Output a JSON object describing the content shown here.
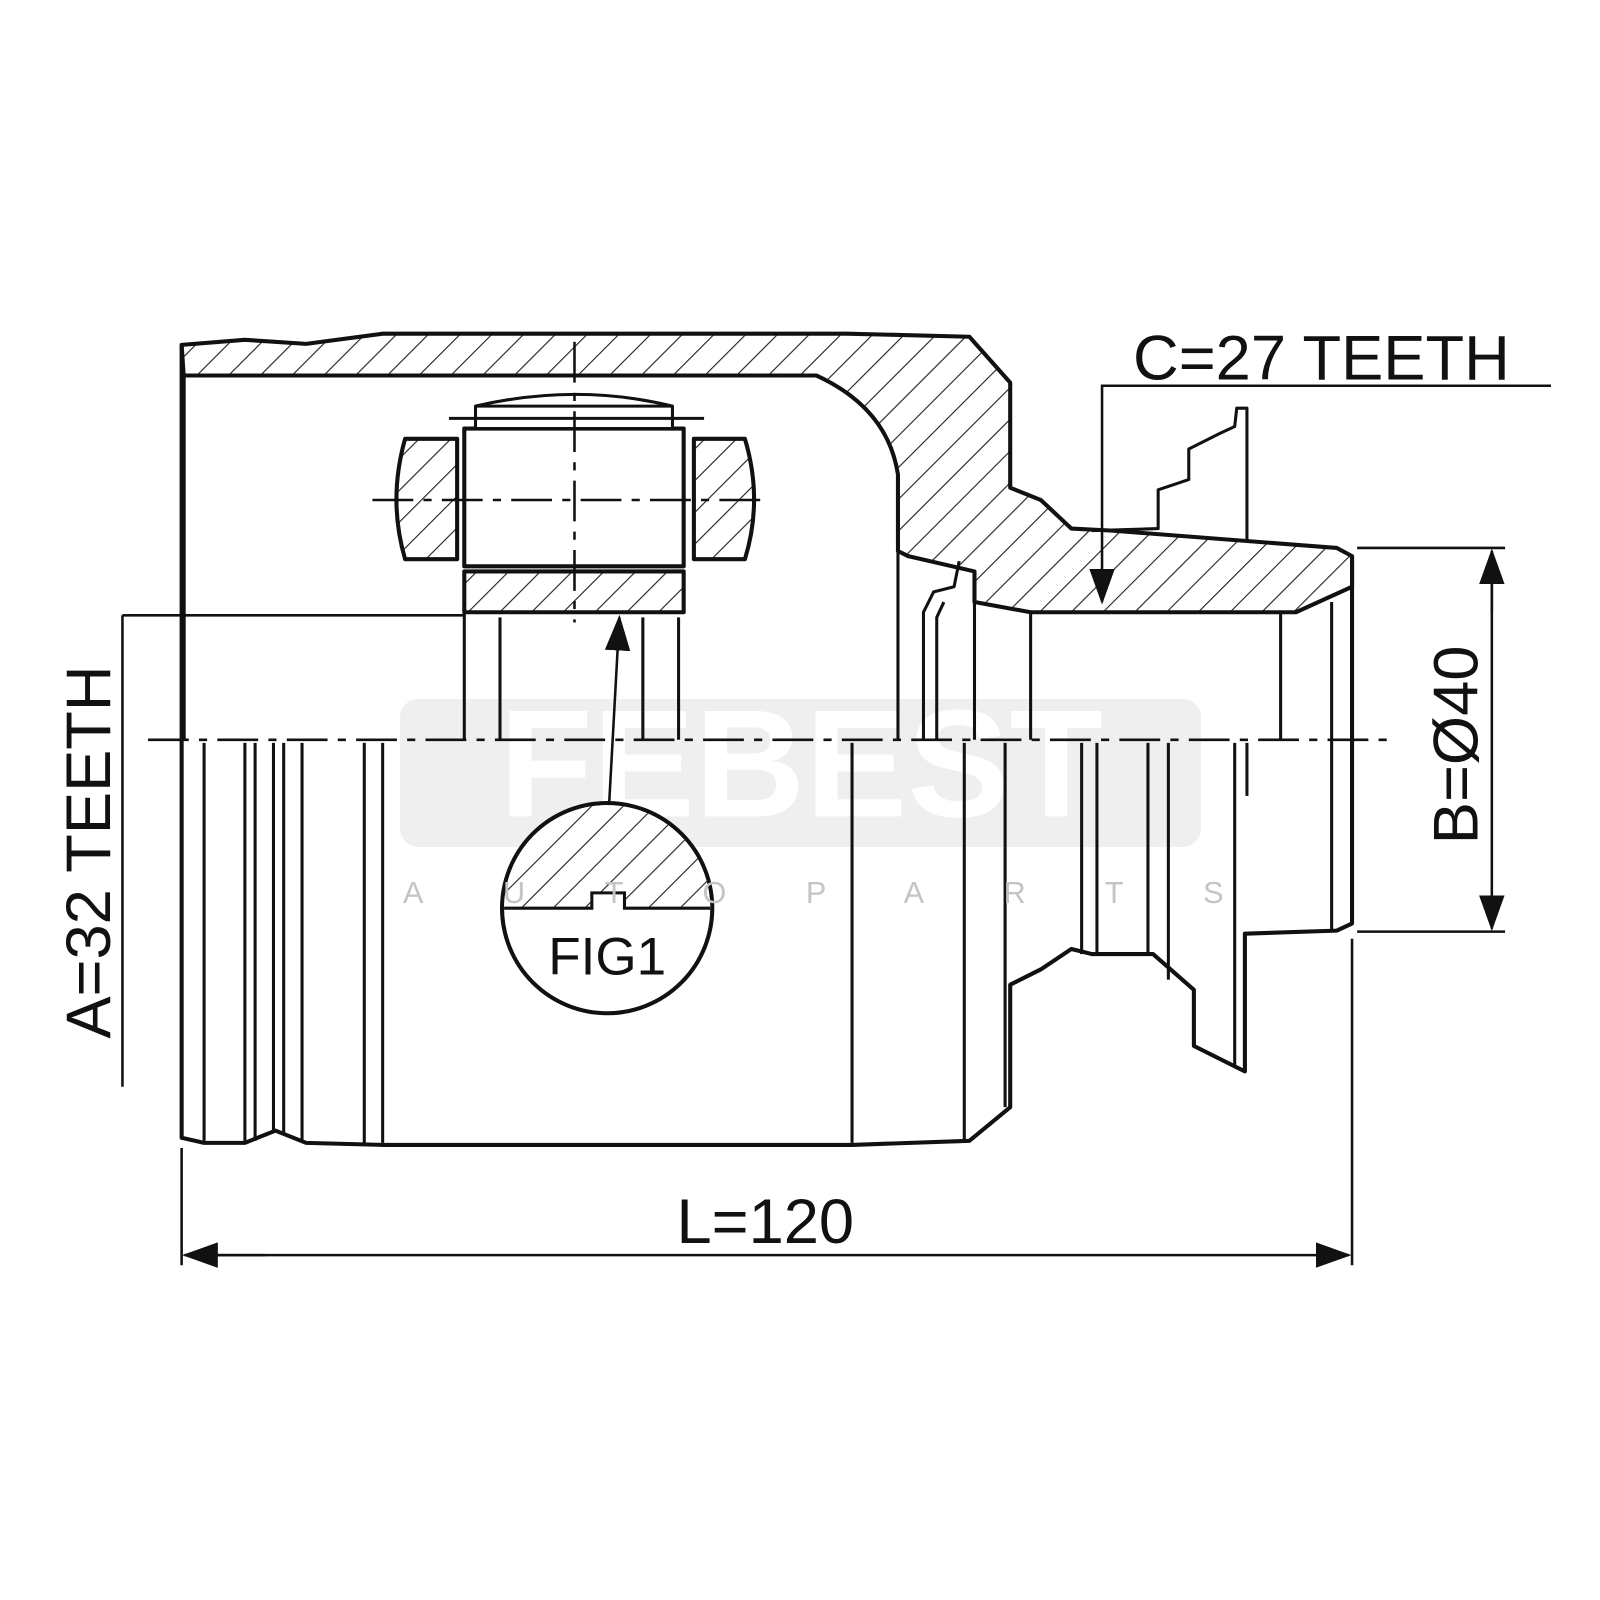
{
  "drawing": {
    "dimension_c": "C=27 TEETH",
    "dimension_a": "A=32 TEETH",
    "dimension_b": "B=Ø40",
    "dimension_l": "L=120",
    "detail_label": "FIG1"
  },
  "watermark": {
    "brand": "FEBEST",
    "tagline": "AUTOPARTS"
  }
}
